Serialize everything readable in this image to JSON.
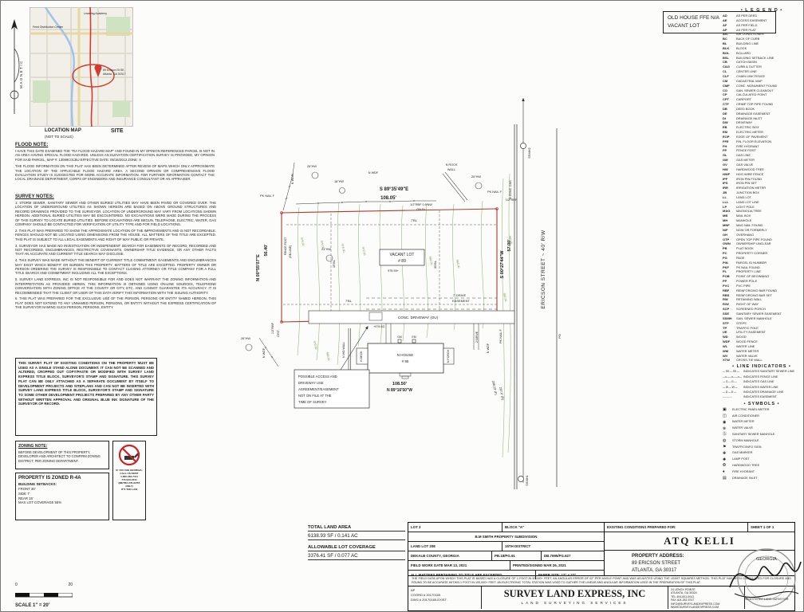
{
  "north": {
    "label": "MAGNETIC"
  },
  "location_map": {
    "title": "LOCATION MAP",
    "subtitle": "(NOT TO SCALE)",
    "site": "SITE",
    "pin_line1": "89 Ericson St SE,",
    "pin_line2": "Atlanta, GA 30317",
    "label1": "Feed Distribution Center",
    "label2": "Learning Academy"
  },
  "flood_note": {
    "title": "FLOOD NOTE:",
    "p1": "I HAVE THIS DATE EXAMINED THE \"FIA FLOOD HAZARD MAP\" AND FOUND IN MY OPINION REFERENCED PARCEL IS NOT IN AN AREA HAVING SPECIAL FLOOD HAZARDS. UNLESS AN ELEVATION CERTIFICATION SURVEY IS PROVIDED, MY OPINION FOR SAID PARCEL, MAP #: 13089C0135J   EFFECTIVE DATE: 05/16/2013   ZONE: X",
    "p2": "THE FLOOD INFORMATION ON THIS PLAT HAS BEEN DETERMINED AFTER REVIEW OF MAPS WHICH ONLY APPROXIMATE THE LOCATION OF THE APPLICABLE FLOOD HAZARD AREA. A SECOND OPINION OR COMPREHENSIVE FLOOD EVALUATION STUDY IS SUGGESTED FOR MORE ACCURATE INFORMATION. FOR FURTHER INFORMATION CONTACT THE LOCAL DRAINAGE DEPARTMENT, CORPS OF ENGINEERS AND INSURANCE CONSULTANT OR AN APPRAISER."
  },
  "survey_notes": {
    "title": "SURVEY NOTES:",
    "items": [
      {
        "t": "1. STORM SEWER, SANITARY SEWER AND OTHER BURIED UTILITIES MAY HAVE BEEN PAVED OR COVERED OVER. THE LOCATION OF UNDERGROUND UTILITIES AS SHOWN HEREON ARE BASED ON ABOVE GROUND STRUCTURES AND RECORD DRAWINGS PROVIDED TO THE SURVEYOR. LOCATION OF UNDERGROUND MAY VARY FROM LOCATIONS SHOWN HEREON. ADDITIONAL BURIED UTILITIES MAY BE ENCOUNTERED. NO EXCAVATIONS WERE MADE DURING THE PROCESS OF THIS SURVEY TO LOCATE BURIED UTILITIES. BEFORE EXCAVATIONS ARE BEGUN, TELEPHONE, ELECTRIC, WATER, GAS COMPANY SHOULD BE CONTACTED FOR VERIFICATION OF UTILITY TYPE AND FOR FIELD LOCATIONS."
      },
      {
        "t": "2. THIS PLAT WAS PREPARED TO SHOW THE APPROXIMATE LOCATION OF THE IMPROVEMENTS AND IS NOT RECORDABLE. FENCES SHOULD NOT BE LOCATED USING DIMENSIONS FROM THE HOUSE. ALL MATTERS OF THE TITLE ARE EXCEPTED. THIS PLAT IS SUBJECT TO ALL LEGAL EASEMENTS AND RIGHT OF WAY PUBLIC OR PRIVATE."
      },
      {
        "t": "3. SURVEYOR HAS MADE NO INVESTIGATION OR INDEPENDENT SEARCH FOR EASEMENTS OF RECORD, RECORDED AND NOT RECORDED, ENCUMBRANCES, RESTRICTIVE COVENANTS, OWNERSHIP TITLE EVIDENCE, OR ANY OTHER FACTS THAT AN ACCURATE AND CURRENT TITLE SEARCH MAY DISCLOSE."
      },
      {
        "t": "4. THIS SURVEY WAS MADE WITHOUT THE BENEFIT OF CURRENT TITLE COMMITMENT. EASEMENTS AND ENCUMBRANCES MAY EXIST WHICH BENEFIT OR BURDEN THIS PROPERTY. MATTERS OF TITLE ARE EXCEPTED. PROPERTY OWNER OR PERSON ORDERING THE SURVEY IS RESPONSIBLE TO CONTACT CLOSING ATTORNEY OR TITLE COMPANY FOR A FULL TITLE SEARCH AND COMMITMENT INCLUDING ALL THE EXCEPTIONS."
      },
      {
        "t": "5. SURVEY LAND EXPRESS, INC IS NOT RESPONSIBLE FOR AND DOES NOT WARRANT THE ZONING INFORMATION AND INTERPRETATION AS PROVIDED HEREIN. THIS INFORMATION IS OBTAINED USING ON-LINE SOURCES, TELEPHONE CONVERSATION WITH ZONING OFFICE AT THE COUNTY OR CITY, ETC. AND CANNOT GUARANTEE ITS ACCURACY. IT IS RECOMMENDED THAT THE CLIENT OR USER OF THIS DATA VERIFY THIS INFORMATION WITH THE ISSUING AUTHORITY."
      },
      {
        "t": "6. THIS PLAT WAS PREPARED FOR THE EXCLUSIVE USE OF THE PERSON, PERSONS OR ENTITY NAMED HEREON. THIS PLAT DOES NOT EXTEND TO ANY UNNAMED PERSON, PERSONS, OR ENTITY WITHOUT THE EXPRESS CERTIFICATION OF THE SURVEYOR NAMING SUCH PERSON, PERSONS, ENTITY."
      }
    ]
  },
  "stand_alone_note": "THIS SURVEY PLAT OF EXISTING CONDITIONS ON THE PROPERTY MUST BE USED AS A SINGLE STAND ALONE DOCUMENT. IT CAN NOT BE SCANNED AND ALTERED, CROPPED OUT COPY/PASTE OR MODIFIED WITH SURVEY LAND EXPRESS TITLE BLOCK, SURVEYOR'S STAMP AND SIGNATURE. THIS SURVEY PLAT CAN BE ONLY ATTACHED AS A SEPARATE DOCUMENT BY ITSELF TO DEVELOPMENT PROJECTS AND SITEPLANS AND CAN NOT BE INSERTED WITH SURVEY LAND EXPRESS TITLE BLOCK, SURVEYOR'S STAMP AND SIGNATURE TO SOME OTHER DEVELOPMENT PROJECTS PREPARED BY ANY OTHER PARTY WITHOUT WRITTEN APPROVAL AND ORIGINAL BLUE INK SIGNATURE OF THE SURVEYOR OF RECORD.",
  "zoning_note": {
    "title": "ZONING NOTE:",
    "body": "BEFORE DEVELOPMENT OF THIS PROPERTY, DEVELOPER AND ARCHITECT TO CONFIRM ZONING DISTRICT, PER ZONING DEPARTMENT."
  },
  "zoning": {
    "title": "PROPERTY IS ZONED R-4A",
    "subtitle": "BUILDING SETBACKS:",
    "lines": [
      {
        "t": "FRONT 30'"
      },
      {
        "t": "SIDE 7'"
      },
      {
        "t": "REAR 15'"
      },
      {
        "t": "MAX LOT COVERAGE 55%"
      }
    ]
  },
  "dig_notice": {
    "lines": [
      {
        "t": "IF YOU DIG GEORGIA,"
      },
      {
        "t": "CALL US FIRST"
      },
      {
        "t": "1-800-282-7411"
      },
      {
        "t": "770-623-4344"
      },
      {
        "t": "(METRO ATLANTA ONLY)"
      },
      {
        "t": "IT'S THE LAW"
      }
    ]
  },
  "old_house_box": {
    "line1": "OLD HOUSE FFE N/A",
    "line2": "VACANT LOT"
  },
  "legend": {
    "title": "• L E G E N D •",
    "entries": [
      {
        "a": "AD",
        "d": "AS PER DEED"
      },
      {
        "a": "AE",
        "d": "ACCESS EASEMENT"
      },
      {
        "a": "AF",
        "d": "AS PER FIELD"
      },
      {
        "a": "AP",
        "d": "AS PER PLAT"
      },
      {
        "a": "A/C",
        "d": "AIR CONDITIONER"
      },
      {
        "a": "BC",
        "d": "BACK OF CURB"
      },
      {
        "a": "BL",
        "d": "BUILDING LINE"
      },
      {
        "a": "BLK",
        "d": "BLOCK"
      },
      {
        "a": "BOL",
        "d": "BOLLARD"
      },
      {
        "a": "BSL",
        "d": "BUILDING SETBACK LINE"
      },
      {
        "a": "CB",
        "d": "CATCH BASIN"
      },
      {
        "a": "C&G",
        "d": "CURB & GUTTER"
      },
      {
        "a": "CL",
        "d": "CENTER LINE"
      },
      {
        "a": "CLF",
        "d": "CHAIN LINK FENCE"
      },
      {
        "a": "CM",
        "d": "CADASTRAL MAP"
      },
      {
        "a": "CMF",
        "d": "CONC. MONUMENT FOUND"
      },
      {
        "a": "CO",
        "d": "SAN. SEWER CLEANOUT"
      },
      {
        "a": "CP",
        "d": "CALCULATED POINT"
      },
      {
        "a": "CPT",
        "d": "CARPORT"
      },
      {
        "a": "CTF",
        "d": "CRIMP TOP PIPE FOUND"
      },
      {
        "a": "DB",
        "d": "DEED BOOK"
      },
      {
        "a": "DE",
        "d": "DRAINAGE EASEMENT"
      },
      {
        "a": "DI",
        "d": "DRAINAGE INLET"
      },
      {
        "a": "DW",
        "d": "DRIVEWAY"
      },
      {
        "a": "EB",
        "d": "ELECTRIC BOX"
      },
      {
        "a": "EM",
        "d": "ELECTRIC METER"
      },
      {
        "a": "EOP",
        "d": "EDGE OF PAVEMENT"
      },
      {
        "a": "FFE",
        "d": "FIN. FLOOR ELEVATION"
      },
      {
        "a": "FH",
        "d": "FIRE HYDRANT"
      },
      {
        "a": "FP",
        "d": "FENCE POST"
      },
      {
        "a": "GL",
        "d": "GAS LINE"
      },
      {
        "a": "GM",
        "d": "GAS METER"
      },
      {
        "a": "GV",
        "d": "GAS VALVE"
      },
      {
        "a": "HW",
        "d": "HARDWOOD TREE"
      },
      {
        "a": "HWF",
        "d": "HOG WIRE FENCE"
      },
      {
        "a": "IPF",
        "d": "IRON PIN FOUND"
      },
      {
        "a": "IPS",
        "d": "IRON PIN SET"
      },
      {
        "a": "IRR",
        "d": "IRRIGATION METER"
      },
      {
        "a": "JB",
        "d": "JUNCTION BOX"
      },
      {
        "a": "LL",
        "d": "LAND LOT"
      },
      {
        "a": "LLL",
        "d": "LAND LOT LINE"
      },
      {
        "a": "LP",
        "d": "LIGHT POLE"
      },
      {
        "a": "MAG",
        "d": "MAGNOLIA TREE"
      },
      {
        "a": "MB",
        "d": "MAIL BOX"
      },
      {
        "a": "MH",
        "d": "MANHOLE"
      },
      {
        "a": "MNF",
        "d": "MAG NAIL FOUND"
      },
      {
        "a": "N/F",
        "d": "NOW OR FORMERLY"
      },
      {
        "a": "OH",
        "d": "OVERHANG"
      },
      {
        "a": "OTP",
        "d": "OPEN TOP PIPE FOUND"
      },
      {
        "a": "OWN",
        "d": "OWNERSHIP UNCLEAR"
      },
      {
        "a": "PB",
        "d": "PLAT BOOK"
      },
      {
        "a": "PC",
        "d": "PROPERTY CORNER"
      },
      {
        "a": "PG",
        "d": "PAGE"
      },
      {
        "a": "PIN",
        "d": "PARCEL ID NUMBER"
      },
      {
        "a": "PKF",
        "d": "PK NAIL FOUND"
      },
      {
        "a": "PL",
        "d": "PROPERTY LINE"
      },
      {
        "a": "POB",
        "d": "POINT OF BEGINNING"
      },
      {
        "a": "PP",
        "d": "POWER POLE"
      },
      {
        "a": "PVC",
        "d": "PVC PIPE"
      },
      {
        "a": "RBF",
        "d": "REINFORCING BAR FOUND"
      },
      {
        "a": "RBS",
        "d": "REINFORCING BAR SET"
      },
      {
        "a": "RW",
        "d": "RETAINING WALL"
      },
      {
        "a": "R/W",
        "d": "RIGHT OF WAY"
      },
      {
        "a": "SCP",
        "d": "SCREENED PORCH"
      },
      {
        "a": "SSE",
        "d": "SANITARY SEWER EASEMENT"
      },
      {
        "a": "SSMH",
        "d": "SAN. SEWER MANHOLE"
      },
      {
        "a": "STP",
        "d": "STEPS"
      },
      {
        "a": "TP",
        "d": "TRAFFIC POLE"
      },
      {
        "a": "UE",
        "d": "UTILITY EASEMENT"
      },
      {
        "a": "WD",
        "d": "WOOD"
      },
      {
        "a": "WDF",
        "d": "WOOD FENCE"
      },
      {
        "a": "WL",
        "d": "WATER LINE"
      },
      {
        "a": "WM",
        "d": "WATER METER"
      },
      {
        "a": "WV",
        "d": "WATER VALVE"
      },
      {
        "a": "XTW",
        "d": "CROSS-TIE WALL"
      }
    ],
    "line_title": "• LINE INDICATORS •",
    "lines": [
      {
        "s": "— SS — SS —",
        "d": "INDICATES SANITARY SEWER LINE"
      },
      {
        "s": "—x——x——x—",
        "d": "INDICATES FENCE LINE"
      },
      {
        "s": "— G — G —",
        "d": "INDICATES GAS LINE"
      },
      {
        "s": "— W — W —",
        "d": "INDICATES WATER LINE"
      },
      {
        "s": "— D — D —",
        "d": "INDICATES DRAINAGE LINE"
      },
      {
        "s": "– – – – –",
        "d": "INDICATES EASEMENT"
      }
    ],
    "sym_title": "• SYMBOLS •",
    "symbols": [
      {
        "g": "▣",
        "d": "ELECTRIC PANEL/METER"
      },
      {
        "g": "◫",
        "d": "AIR CONDITIONER"
      },
      {
        "g": "◉",
        "d": "WATER METER"
      },
      {
        "g": "⊗",
        "d": "WATER VALVE"
      },
      {
        "g": "Ⓢ",
        "d": "SANITARY SEWER MANHOLE"
      },
      {
        "g": "◍",
        "d": "STORM MANHOLE"
      },
      {
        "g": "⚑",
        "d": "TRAFFIC/INFO SIGN"
      },
      {
        "g": "✚",
        "d": "GAS MARKER"
      },
      {
        "g": "✺",
        "d": "LAMP POST"
      },
      {
        "g": "❂",
        "d": "HARDWOOD TREE"
      },
      {
        "g": "♦",
        "d": "FIRE HYDRANT"
      },
      {
        "g": "▤",
        "d": "DRAINAGE INLET"
      }
    ]
  },
  "areas": {
    "t1": "TOTAL LAND AREA",
    "v1": "6138.93 SF / 0.141 AC",
    "t2": "ALLOWABLE LOT COVERAGE",
    "v2": "3376.41 SF / 0.077 AC"
  },
  "scalebar": {
    "zero": "0",
    "twenty": "20",
    "label": "SCALE 1\" = 20'"
  },
  "drawing": {
    "n_bearing": "S 89°35'49\"E",
    "n_len": "108.05'",
    "w_bearing": "N 00°55'07\"E",
    "w_len": "56.40'",
    "e_bearing": "S 00°27'44\"W",
    "e_len": "57.00'",
    "s_len": "108.50'",
    "s_bearing": "N 89°16'50\"W",
    "lot1": "VACANT LOT",
    "lot2": "# 89",
    "spot1": "975.59+",
    "spot2": "+976.63",
    "driveway": "CONC. DRIVEWAY (OU)",
    "ease1": "7' DRIVE",
    "ease2": "EASEMENT",
    "bl7": "7'BL",
    "bl30": "30'BL",
    "bl15": "15'BL",
    "house1": "N HOUSE",
    "house2": "# 95",
    "porch": "N PORCH",
    "deck": "N DECK",
    "wdwall": "N WD WALL",
    "drive2": "2' DRIVE",
    "gm": "GM",
    "em": "EM",
    "street": "ERICSON STREET ~ 40' R/W",
    "curb": "N CONC. C&G",
    "ssmh1": "SSMH1",
    "ssmh2": "SSMH2",
    "po": "PO",
    "rock1": "N ROCK",
    "rock2": "WALL",
    "wdf": "N WDF",
    "pk": "PK NAIL F",
    "rbf": "1/2\"RBF",
    "dist": "DIST.",
    "fence_post": "FENCE POST",
    "on_line": "(ON LINE)",
    "rbf_on1": "1/2\"RBF 0.9'NW",
    "rbf_on2": "ON PL",
    "tree26": "26\"HW",
    "tree18": "18\"HW",
    "tree21": "21\"HW",
    "mf": "208.23' (F)",
    "md": "207.0' (D)",
    "contours": [
      "978.00",
      "976.00",
      "974.00",
      "972.00",
      "970.00",
      "968.00",
      "966.00",
      "964.00",
      "962.00",
      "960.00",
      "970.00",
      "968.00"
    ],
    "access": {
      "l1": "POSSIBLE ACCESS AND",
      "l2": "DRIVEWAY USE",
      "l3": "AGREEMENT/EASEMENT",
      "l4": "NOT ON FILE AT THE",
      "l5": "TIME OF SURVEY."
    }
  },
  "title_block": {
    "lot": "LOT 3",
    "block": "BLOCK \"A\"",
    "subdivision": "B.M SMITH PROPERTY SUBDIVISION",
    "land_lot": "LAND LOT 208",
    "district": "15TH DISTRICT",
    "county": "DEKALB COUNTY, GEORGIA",
    "pb": "PB.18/PG.91",
    "db": "DB.7995/PG.627",
    "field_date": "FIELD WORK DATE MAR 13, 2021",
    "printed": "PRINTED/SIGNED MAR 26, 2021",
    "matters": "ALL MATTERS PERTAINING TO TITLE ARE EXCEPTED",
    "paper": "PAPER SIZE: 17\" x 22\"",
    "prepared_for": "EXISTING CONDITIONS PREPARED FOR:",
    "sheet": "SHEET 1 OF 1",
    "client": "ATQ KELLI",
    "prop_addr_label": "PROPERTY ADDRESS:",
    "addr1": "89 ERICSON STREET",
    "addr2": "ATLANTA, GA 30317",
    "accuracy": "THE FIELD DATA UPON WHICH THIS PLAT IS BASED HAS A CLOSURE OF 1 FOOT IN 50,000+ FEET, AN ANGULAR ERROR OF 02\" PER ANGLE POINT AND WAS ADJUSTED USING THE LEAST SQUARES METHOD. THIS PLAT HAS BEEN CALCULATED FOR CLOSURE AND FOUND TO BE ACCURATE WITHIN 1 FOOT IN 100,000+ FEET. AN ELECTRONIC TOTAL STATION WAS USED TO GATHER THE LINEAR AND ANGULAR INFORMATION USED IN THE PREPARATION OF THIS PLAT.",
    "ap": "AP",
    "coord": "COORD # 20170165",
    "dwg": "DWG # 20170165-EXIST.",
    "firm": "SURVEY LAND EXPRESS, INC",
    "services": "LAND SURVEYING SERVICES",
    "addr": [
      {
        "t": "24 LENOX POINTE"
      },
      {
        "t": "ATLANTA, GA 30324"
      },
      {
        "t": "TEL 404-601-0041"
      },
      {
        "t": "FAX 404-252-5747"
      },
      {
        "t": "INFO@SURVEYLANDEXPRESS.COM"
      },
      {
        "t": "WWW.SURVEYLANDEXPRESS.COM"
      }
    ],
    "stamp_top": "GEORGIA",
    "stamp_bottom": "REGISTERED LAND SURVEYOR"
  }
}
